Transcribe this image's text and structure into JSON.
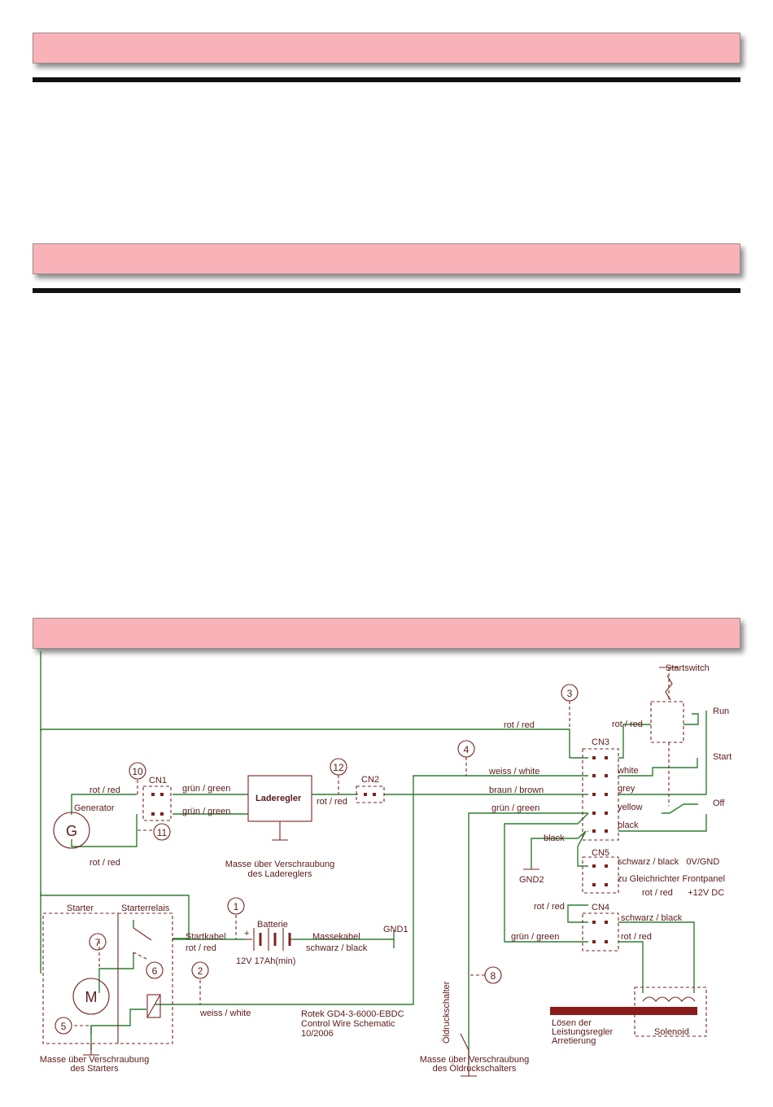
{
  "schematic": {
    "connectors": {
      "cn1": "CN1",
      "cn2": "CN2",
      "cn3": "CN3",
      "cn4": "CN4",
      "cn5": "CN5"
    },
    "markers": [
      "1",
      "2",
      "3",
      "4",
      "5",
      "6",
      "7",
      "8",
      "10",
      "11",
      "12"
    ],
    "components": {
      "generator_symbol": "G",
      "generator_label": "Generator",
      "laderegler": "Laderegler",
      "laderegler_ground_1": "Masse über Verschraubung",
      "laderegler_ground_2": "des Ladereglers",
      "starter": "Starter",
      "starterrelais": "Starterrelais",
      "motor_symbol": "M",
      "starter_ground_1": "Masse über Verschraubung",
      "starter_ground_2": "des Starters",
      "batterie": "Batterie",
      "battery_spec": "12V 17Ah(min)",
      "gnd1": "GND1",
      "gnd2": "GND2",
      "oeldruckschalter": "Öldruckschalter",
      "oel_ground_1": "Masse über Verschraubung",
      "oel_ground_2": "des Öldruckschalters",
      "startswitch": "Startswitch",
      "run": "Run",
      "start": "Start",
      "off": "Off",
      "solenoid": "Solenoid",
      "release_1": "Lösen der",
      "release_2": "Leistungsregler",
      "release_3": "Arretierung"
    },
    "wires": {
      "rot_red": "rot / red",
      "gruen_green": "grün / green",
      "weiss_white": "weiss / white",
      "braun_brown": "braun / brown",
      "schwarz_black": "schwarz / black",
      "startkabel": "Startkabel",
      "massekabel": "Massekabel",
      "white": "white",
      "grey": "grey",
      "yellow": "yellow",
      "black": "black",
      "cn5_line1": "schwarz / black   0V/GND",
      "cn5_line2": "zu Gleichrichter Frontpanel",
      "cn5_line3": "rot / red      +12V DC"
    },
    "title_block": {
      "line1": "Rotek GD4-3-6000-EBDC",
      "line2": "Control Wire Schematic",
      "line3": "10/2006"
    }
  }
}
